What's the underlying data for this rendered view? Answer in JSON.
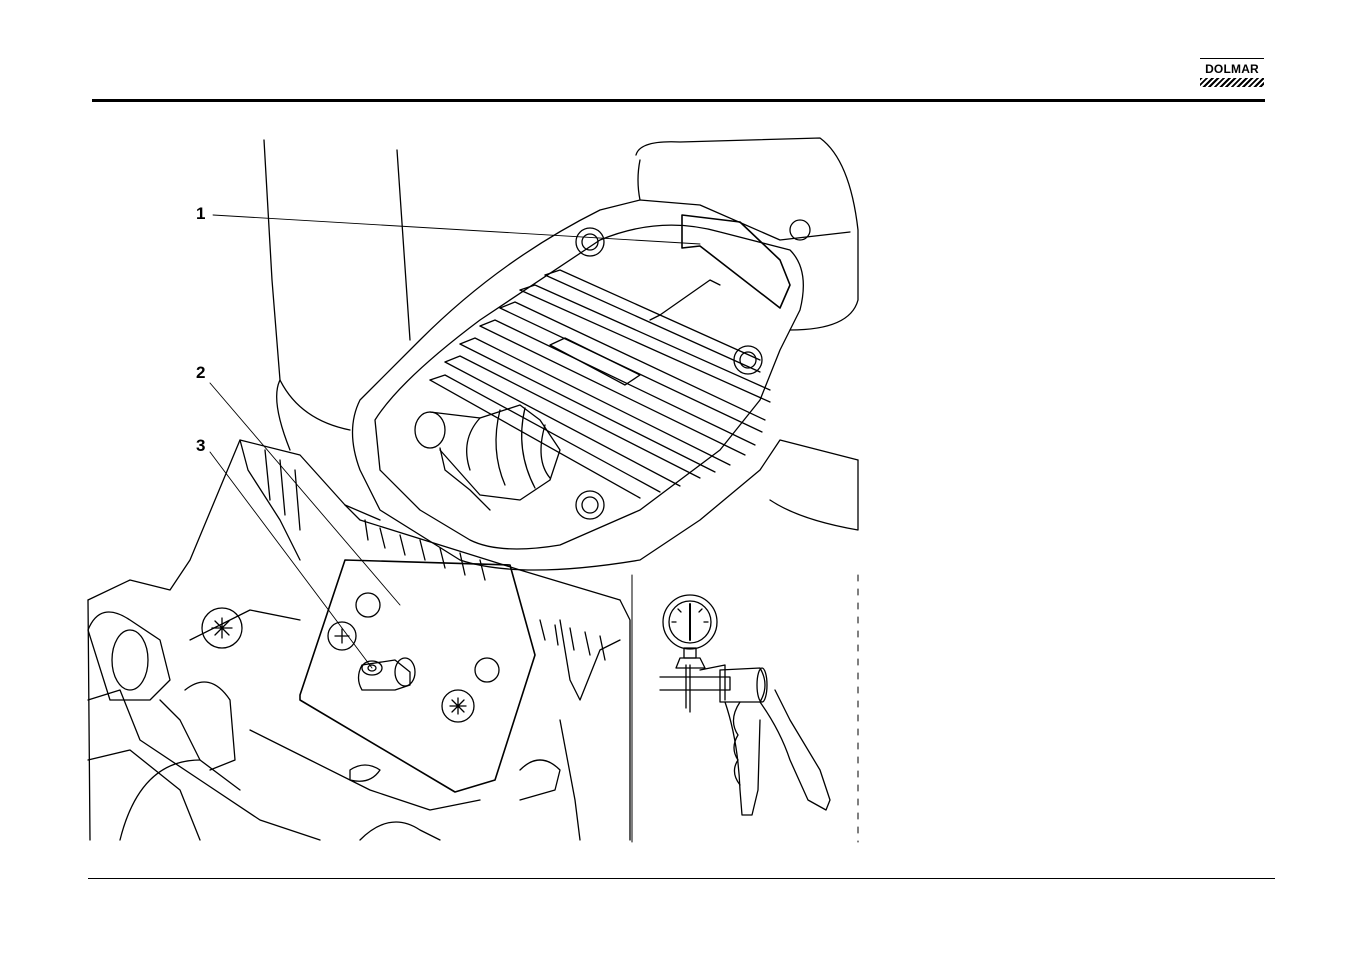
{
  "header": {
    "brand": "DOLMAR"
  },
  "figure": {
    "callouts": [
      {
        "label": "1"
      },
      {
        "label": "2"
      },
      {
        "label": "3"
      }
    ]
  }
}
